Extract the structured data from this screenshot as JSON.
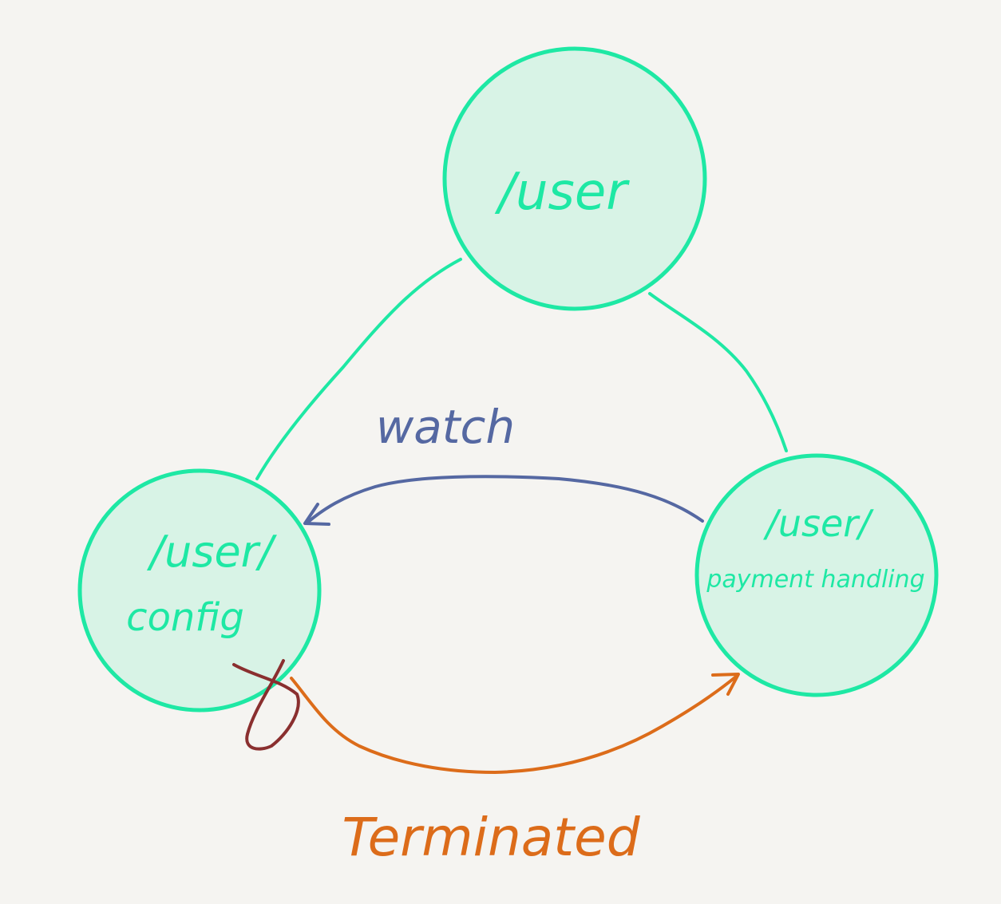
{
  "nodes": {
    "user": {
      "label": "/user"
    },
    "config": {
      "line1": "/user/",
      "line2": "config"
    },
    "payment": {
      "line1": "/user/",
      "line2": "payment handling"
    }
  },
  "edges": {
    "watch": {
      "label": "watch"
    },
    "terminated": {
      "label": "Terminated"
    }
  },
  "colors": {
    "background": "#f5f4f1",
    "node_fill": "#d8f3e6",
    "node_stroke": "#1ee8a4",
    "watch": "#5568a2",
    "terminated": "#dc6c1a",
    "cross": "#8a2f2f"
  }
}
